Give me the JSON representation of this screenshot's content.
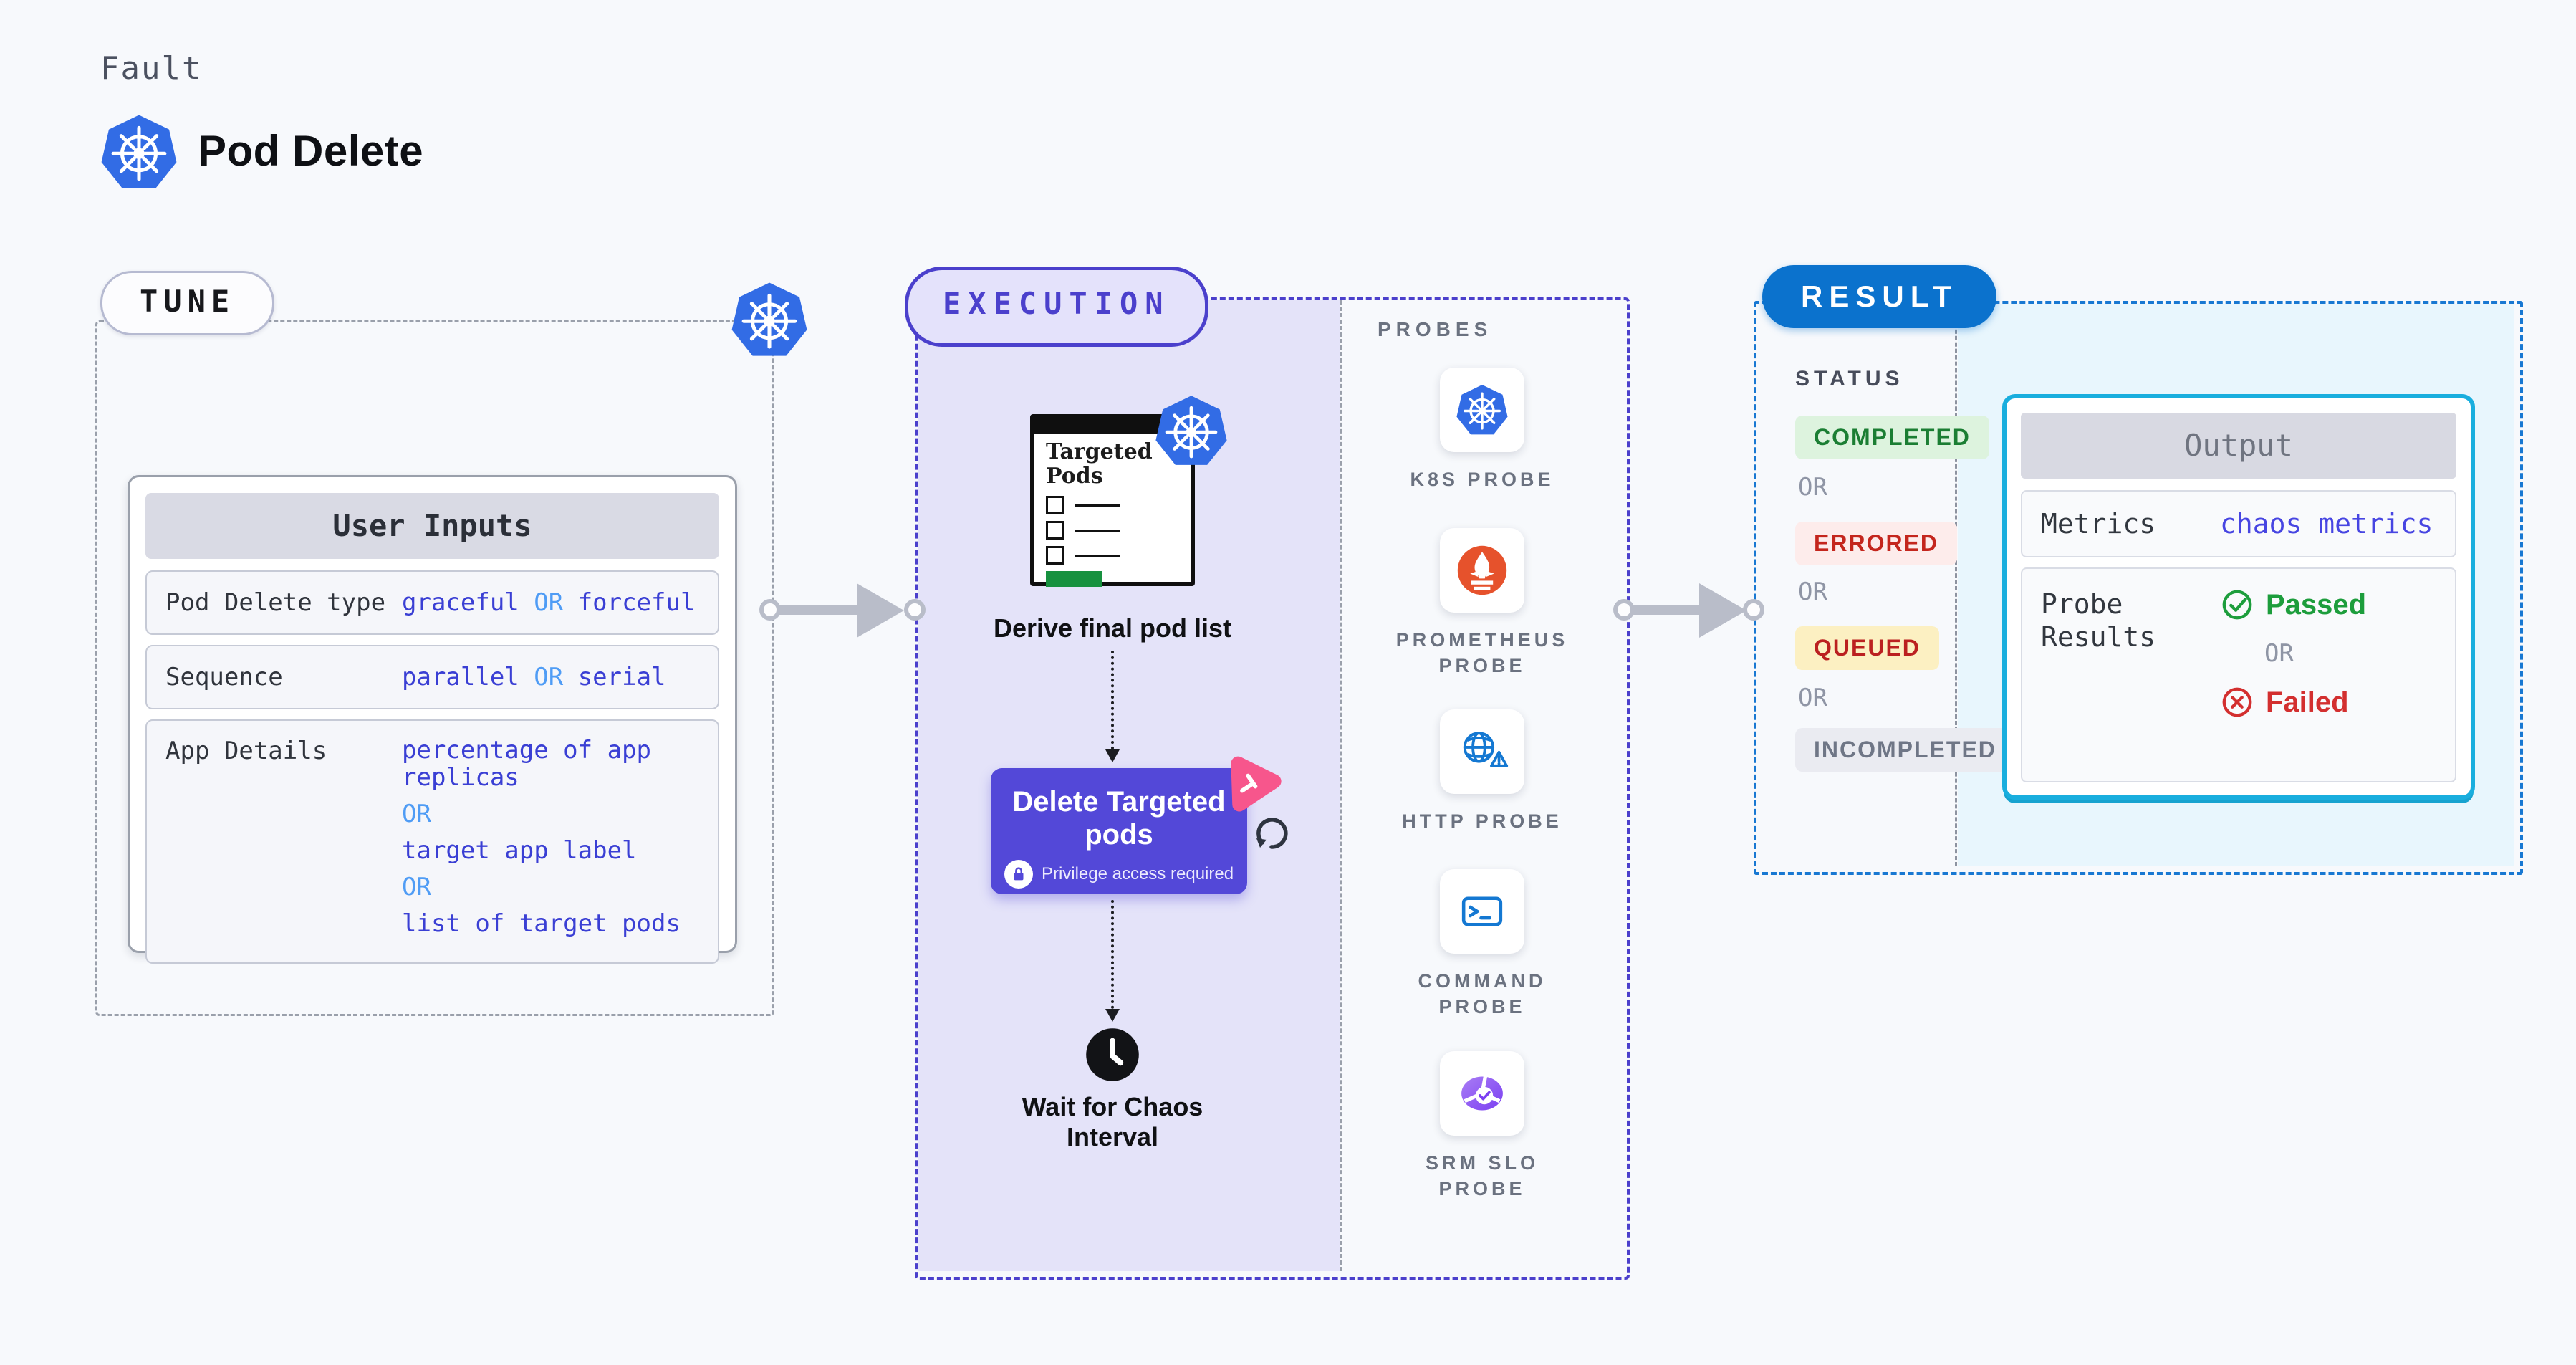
{
  "header": {
    "eyebrow": "Fault",
    "title": "Pod Delete"
  },
  "tune": {
    "label": "TUNE",
    "user_inputs": {
      "title": "User Inputs",
      "rows": [
        {
          "label": "Pod Delete type",
          "v1": "graceful",
          "or": "OR",
          "v2": "forceful"
        },
        {
          "label": "Sequence",
          "v1": "parallel",
          "or": "OR",
          "v2": "serial"
        },
        {
          "label": "App Details",
          "lines": [
            "percentage of app replicas",
            "OR",
            "target app label",
            "OR",
            "list of target pods"
          ]
        }
      ]
    }
  },
  "execution": {
    "label": "EXECUTION",
    "targeted_pods": {
      "title": "Targeted Pods"
    },
    "derive_caption": "Derive final pod list",
    "delete_button": {
      "title": "Delete Targeted pods",
      "badge": "Privilege access required"
    },
    "wait_caption": "Wait for Chaos Interval",
    "probes": {
      "heading": "PROBES",
      "items": [
        {
          "label": "K8S PROBE",
          "icon": "kubernetes-icon"
        },
        {
          "label": "PROMETHEUS PROBE",
          "icon": "prometheus-icon"
        },
        {
          "label": "HTTP PROBE",
          "icon": "http-globe-icon"
        },
        {
          "label": "COMMAND PROBE",
          "icon": "terminal-icon"
        },
        {
          "label": "SRM SLO PROBE",
          "icon": "srm-slo-icon"
        }
      ]
    }
  },
  "result": {
    "label": "RESULT",
    "status_heading": "STATUS",
    "or": "OR",
    "statuses": [
      {
        "text": "COMPLETED",
        "fg": "#1b7e33",
        "bg": "#ddf3de"
      },
      {
        "text": "ERRORED",
        "fg": "#c4261d",
        "bg": "#fdeceb"
      },
      {
        "text": "QUEUED",
        "fg": "#bb2020",
        "bg": "#fcf0c2"
      },
      {
        "text": "INCOMPLETED",
        "fg": "#6f7686",
        "bg": "#eaebf1"
      }
    ],
    "output": {
      "title": "Output",
      "metrics_label": "Metrics",
      "metrics_value": "chaos metrics",
      "probe_results_label": "Probe Results",
      "passed": "Passed",
      "or": "OR",
      "failed": "Failed"
    }
  },
  "colors": {
    "background": "#f7f9fc",
    "value_text": "#3a3fd4",
    "or_text": "#4f9cf5",
    "kubernetes_blue": "#326ce5",
    "execution_accent": "#4b40cc",
    "execution_bg": "#e4e3f9",
    "delete_button_bg": "#5348d8",
    "chaos_icon_pink": "#f7568c",
    "prometheus_orange": "#e6522c",
    "probe_icon_blue": "#1478d2",
    "srm_purple": "#8b53f0",
    "result_pill_bg": "#0b72cd",
    "result_border": "#1878d2",
    "result_panel_bg": "#e8f6fd",
    "output_border": "#19aede",
    "passed_green": "#1d9d3c",
    "failed_red": "#d32f2f"
  }
}
